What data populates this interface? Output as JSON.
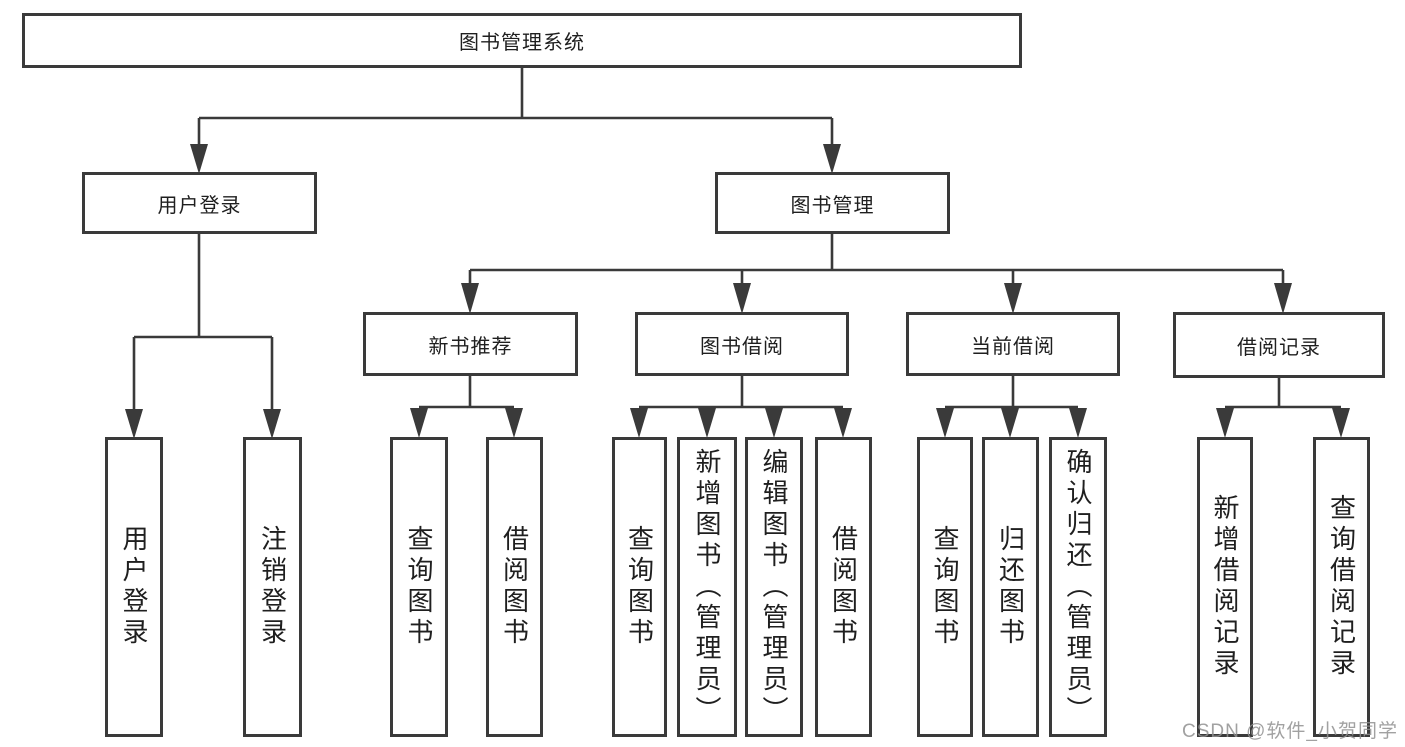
{
  "diagram": {
    "title": "图书管理系统",
    "nodes": {
      "root": "图书管理系统",
      "user_login": "用户登录",
      "book_mgmt": "图书管理",
      "new_book_rec": "新书推荐",
      "book_borrow": "图书借阅",
      "current_borrow": "当前借阅",
      "borrow_records": "借阅记录",
      "ul_user_login": "用户登录",
      "ul_logout": "注销登录",
      "nbr_query_book": "查询图书",
      "nbr_borrow_book": "借阅图书",
      "bb_query_book": "查询图书",
      "bb_add_book": "新增图书（管理员）",
      "bb_edit_book": "编辑图书（管理员）",
      "bb_borrow_book": "借阅图书",
      "cb_query_book": "查询图书",
      "cb_return_book": "归还图书",
      "cb_confirm_return": "确认归还（管理员）",
      "br_add_record": "新增借阅记录",
      "br_query_record": "查询借阅记录"
    },
    "tree": [
      {
        "parent": "图书管理系统",
        "children": [
          "用户登录",
          "图书管理"
        ]
      },
      {
        "parent": "用户登录",
        "children": [
          "用户登录",
          "注销登录"
        ]
      },
      {
        "parent": "图书管理",
        "children": [
          "新书推荐",
          "图书借阅",
          "当前借阅",
          "借阅记录"
        ]
      },
      {
        "parent": "新书推荐",
        "children": [
          "查询图书",
          "借阅图书"
        ]
      },
      {
        "parent": "图书借阅",
        "children": [
          "查询图书",
          "新增图书（管理员）",
          "编辑图书（管理员）",
          "借阅图书"
        ]
      },
      {
        "parent": "当前借阅",
        "children": [
          "查询图书",
          "归还图书",
          "确认归还（管理员）"
        ]
      },
      {
        "parent": "借阅记录",
        "children": [
          "新增借阅记录",
          "查询借阅记录"
        ]
      }
    ],
    "colors": {
      "box_border": "#3a3a3a",
      "box_fill": "#ffffff",
      "text": "#1f1f1f",
      "connector": "#3a3a3a",
      "watermark": "#919191"
    }
  },
  "watermark": "CSDN @软件_小贺同学"
}
